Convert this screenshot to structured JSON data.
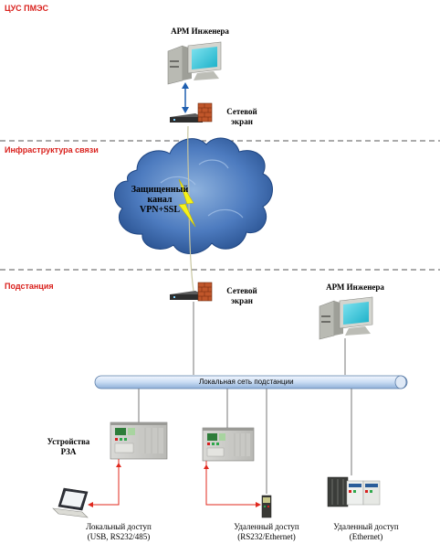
{
  "zones": {
    "center": "ЦУС ПМЭС",
    "infrastructure": "Инфраструктура связи",
    "substation": "Подстанция"
  },
  "top": {
    "workstation_label": "АРМ Инженера",
    "firewall_label_1": "Сетевой",
    "firewall_label_2": "экран"
  },
  "cloud": {
    "line1": "Защищенный",
    "line2": "канал",
    "line3": "VPN+SSL"
  },
  "substation": {
    "firewall_label_1": "Сетевой",
    "firewall_label_2": "экран",
    "workstation_label": "АРМ Инженера",
    "lan_label": "Локальная сеть подстанции",
    "rza_label_1": "Устройства",
    "rza_label_2": "РЗА"
  },
  "access": {
    "local_1": "Локальный доступ",
    "local_2": "(USB, RS232/485)",
    "remote_serial_1": "Удаленный доступ",
    "remote_serial_2": "(RS232/Ethernet)",
    "remote_eth_1": "Удаленный доступ",
    "remote_eth_2": "(Ethernet)"
  },
  "colors": {
    "zone_label": "#d9201c",
    "link_arrow": "#1f5fb0",
    "local_link": "#e0281e",
    "vpn_bolt": "#f5f21a",
    "cloud": "#3e6aa6"
  }
}
